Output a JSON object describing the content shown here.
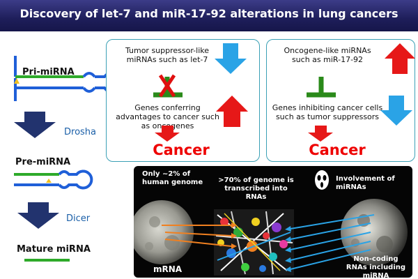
{
  "title": "Discovery of let-7 and miR-17-92 alterations in lung cancers",
  "pathway": {
    "pri": "Pri-miRNA",
    "drosha": "Drosha",
    "pre": "Pre-miRNA",
    "dicer": "Dicer",
    "mature": "Mature miRNA"
  },
  "left_box": {
    "top_text": "Tumor suppressor-like miRNAs such as let-7",
    "bottom_text": "Genes conferring advantages to cancer such as oncogenes",
    "cancer": "Cancer"
  },
  "right_box": {
    "top_text": "Oncogene-like miRNAs such as miR-17-92",
    "bottom_text": "Genes inhibiting cancer cells such as tumor suppressors",
    "cancer": "Cancer"
  },
  "panel": {
    "genome_note": "Only ~2% of human genome",
    "transcribed_note": ">70% of genome is transcribed into RNAs",
    "involvement": "Involvement of miRNAs",
    "mrna": "mRNA",
    "noncoding": "Non-coding RNAs including miRNA"
  },
  "colors": {
    "blue_arrow": "#2aa3e6",
    "red_arrow": "#e61818",
    "green_bar": "#2a8a1a",
    "navy_arrow": "#22336e",
    "box_border": "#3aa0b5"
  }
}
